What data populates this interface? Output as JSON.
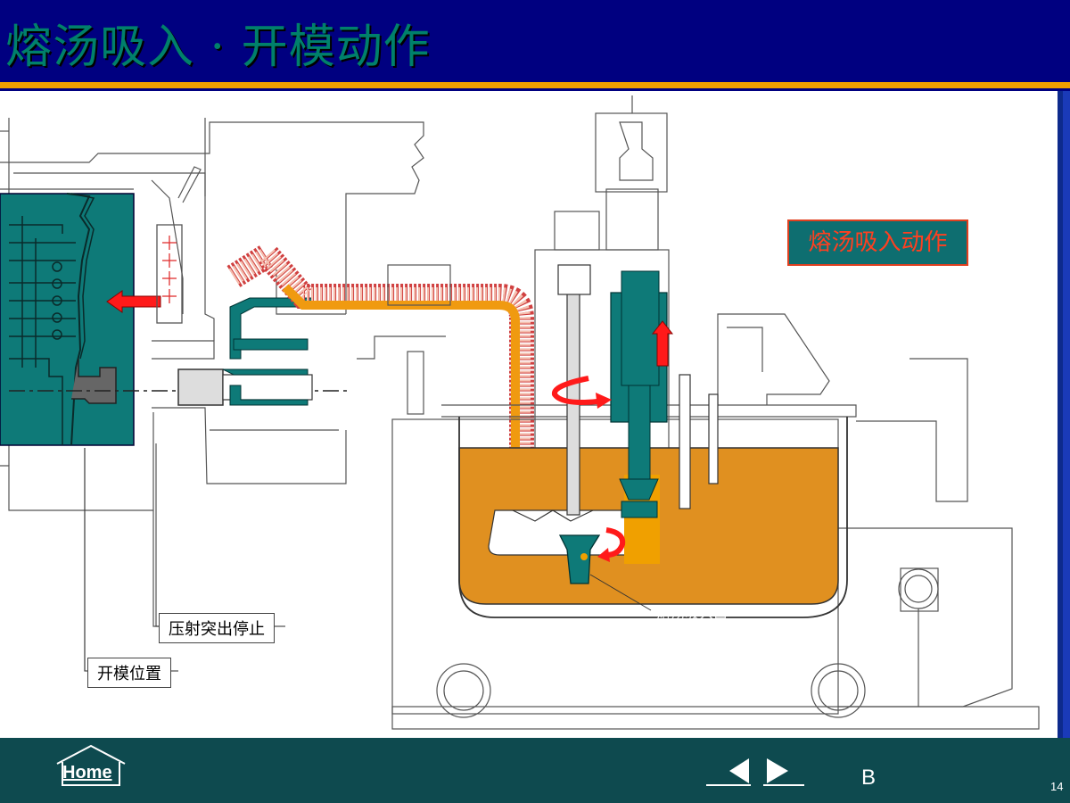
{
  "header": {
    "title": "熔汤吸入 · 开模动作"
  },
  "diagram": {
    "callout_title": "熔汤吸入动作",
    "label_injection_stop": "压射突出停止",
    "label_mold_open_position": "开模位置",
    "label_faint": "熔汤吸入口"
  },
  "footer": {
    "home_label": "Home",
    "section_label": "B",
    "page_number": "14"
  },
  "colors": {
    "header_bg": "#000080",
    "title_text": "#00806b",
    "accent_orange": "#f0a000",
    "molten_metal": "#e09020",
    "teal_parts": "#0e7a78",
    "arrow_red": "#ff1a1a",
    "footer_bg": "#0e4a4f"
  }
}
